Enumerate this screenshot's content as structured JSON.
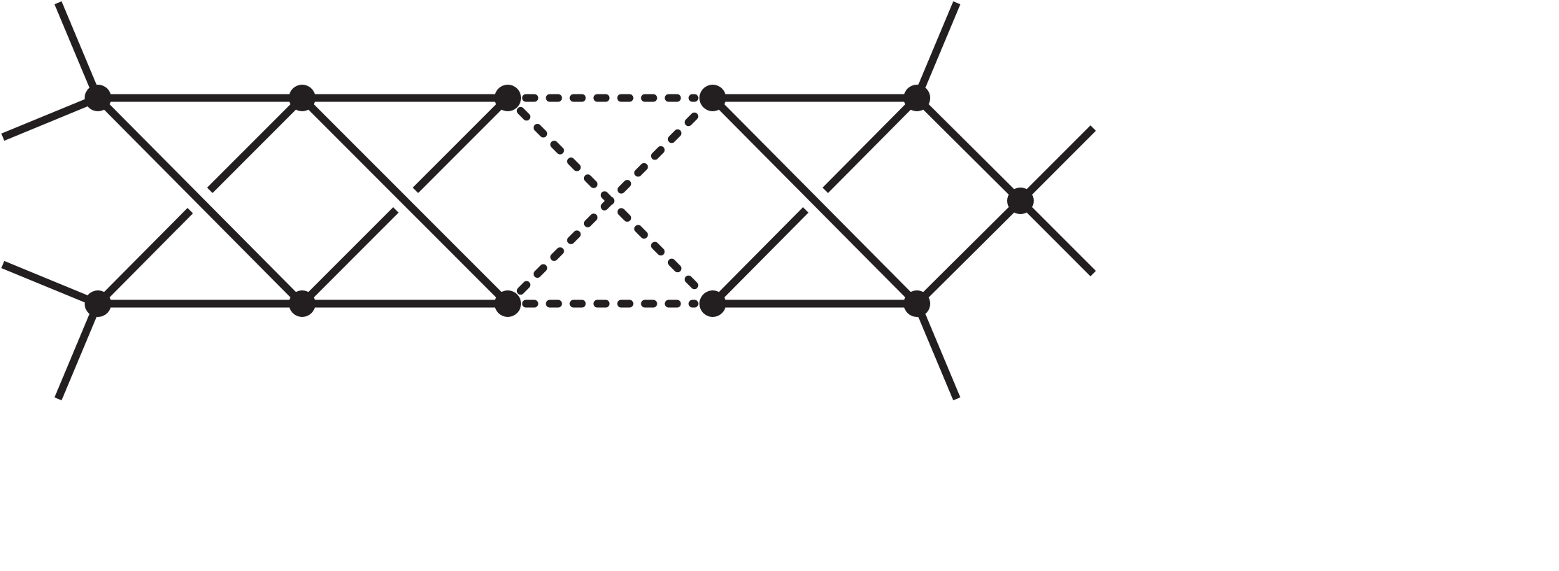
{
  "colors": {
    "ink": "#231f20",
    "background": "#ffffff"
  },
  "graph": {
    "nodes": [
      "a",
      "b",
      "c",
      "d",
      "e",
      "f",
      "g",
      "h",
      "i",
      "j",
      "k"
    ],
    "edges": [
      {
        "from": "a",
        "to": "b",
        "style": "solid"
      },
      {
        "from": "b",
        "to": "c",
        "style": "solid"
      },
      {
        "from": "c",
        "to": "d",
        "style": "dashed"
      },
      {
        "from": "d",
        "to": "e",
        "style": "solid"
      },
      {
        "from": "f",
        "to": "g",
        "style": "solid"
      },
      {
        "from": "g",
        "to": "h",
        "style": "solid"
      },
      {
        "from": "h",
        "to": "i",
        "style": "dashed"
      },
      {
        "from": "i",
        "to": "j",
        "style": "solid"
      },
      {
        "from": "a",
        "to": "g",
        "style": "solid"
      },
      {
        "from": "b",
        "to": "h",
        "style": "solid"
      },
      {
        "from": "c",
        "to": "i",
        "style": "dashed"
      },
      {
        "from": "h",
        "to": "d",
        "style": "dashed"
      },
      {
        "from": "d",
        "to": "j",
        "style": "solid"
      },
      {
        "from": "e",
        "to": "k",
        "style": "solid"
      },
      {
        "from": "j",
        "to": "k",
        "style": "solid"
      }
    ]
  }
}
